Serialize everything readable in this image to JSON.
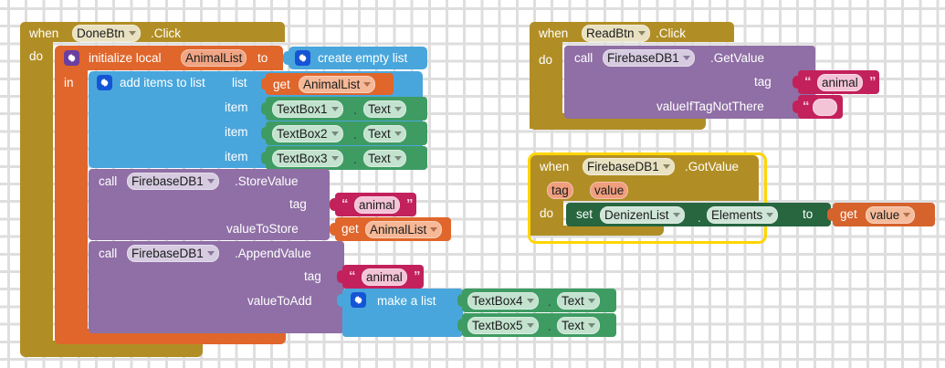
{
  "app": {
    "name": "MIT App Inventor Blocks Editor",
    "canvas_background": "#ffffff",
    "grid_marker": "plus"
  },
  "palette": {
    "event_gold": "#b18e25",
    "local_orange": "#e0662b",
    "list_blue": "#49a6dc",
    "component_green": "#3e9c63",
    "database_purple": "#8f6fa5",
    "text_magenta": "#c2215b",
    "variable_orange": "#d6622c",
    "set_dark_green": "#27663f",
    "selection_yellow": "#ffd500"
  },
  "blocks": {
    "done_click": {
      "when": "when",
      "component": "DoneBtn",
      "event": ".Click",
      "do": "do",
      "in": "in",
      "init_local": {
        "label": "initialize local",
        "var_name": "AnimalList",
        "to": "to",
        "value": {
          "label": "create empty list"
        }
      },
      "add_items": {
        "label": "add items to list",
        "list_label": "list",
        "list_value": {
          "get": "get",
          "var": "AnimalList"
        },
        "item_label": "item",
        "items": [
          {
            "component": "TextBox1",
            "dot": ".",
            "property": "Text"
          },
          {
            "component": "TextBox2",
            "dot": ".",
            "property": "Text"
          },
          {
            "component": "TextBox3",
            "dot": ".",
            "property": "Text"
          }
        ]
      },
      "store_value": {
        "call": "call",
        "component": "FirebaseDB1",
        "method": ".StoreValue",
        "tag_label": "tag",
        "tag_value": "animal",
        "value_label": "valueToStore",
        "value_get": "get",
        "value_var": "AnimalList"
      },
      "append_value": {
        "call": "call",
        "component": "FirebaseDB1",
        "method": ".AppendValue",
        "tag_label": "tag",
        "tag_value": "animal",
        "value_label": "valueToAdd",
        "make_list_label": "make a list",
        "items": [
          {
            "component": "TextBox4",
            "dot": ".",
            "property": "Text"
          },
          {
            "component": "TextBox5",
            "dot": ".",
            "property": "Text"
          }
        ]
      }
    },
    "read_click": {
      "when": "when",
      "component": "ReadBtn",
      "event": ".Click",
      "do": "do",
      "get_value": {
        "call": "call",
        "component": "FirebaseDB1",
        "method": ".GetValue",
        "tag_label": "tag",
        "tag_value": "animal",
        "fallback_label": "valueIfTagNotThere",
        "fallback_value": ""
      }
    },
    "got_value": {
      "selected": true,
      "when": "when",
      "component": "FirebaseDB1",
      "event": ".GotValue",
      "params": [
        "tag",
        "value"
      ],
      "do": "do",
      "set_block": {
        "set": "set",
        "component": "DenizenList",
        "dot": ".",
        "property": "Elements",
        "to": "to",
        "get": "get",
        "var": "value"
      }
    }
  }
}
